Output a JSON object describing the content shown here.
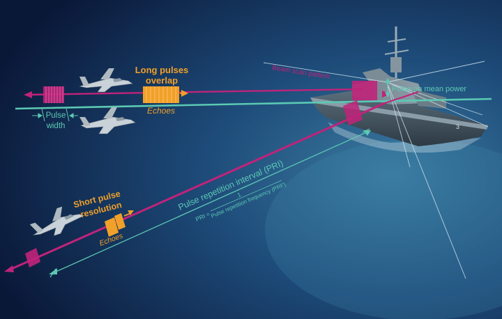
{
  "labels": {
    "long_pulses_line1": "Long pulses",
    "long_pulses_line2": "overlap",
    "echoes_top": "Echoes",
    "pulse_width_line1": "Pulse",
    "pulse_width_line2": "width",
    "beam_scan_pattern": "Beam scan pattern",
    "pulse_on_mean_power": "Pulse-on mean power",
    "pri_title": "Pulse repetition interval (PRI)",
    "pri_formula_lhs": "PRI =",
    "pri_formula_num": "1",
    "pri_formula_den": "Pulse repetition frequency (PRF)",
    "short_pulse_line1": "Short pulse",
    "short_pulse_line2": "resolution",
    "echoes_bottom": "Echoes"
  },
  "colors": {
    "background_dark": "#0a1838",
    "background_light": "#2f6c93",
    "magenta": "#c0237a",
    "teal": "#5cc9b3",
    "orange": "#f1a02a",
    "white_guide": "#cfe3ee"
  },
  "icons": [
    "fighter-jet-icon",
    "destroyer-ship-icon"
  ]
}
